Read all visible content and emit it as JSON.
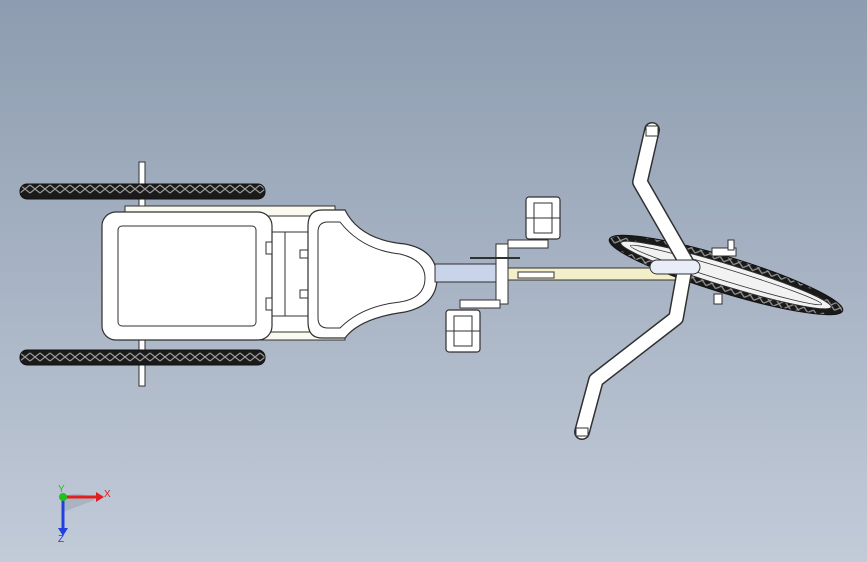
{
  "viewport": {
    "background_top": "#8d9cb0",
    "background_bottom": "#c2cbd8"
  },
  "triad": {
    "x_label": "X",
    "y_label": "Y",
    "z_label": "Z",
    "x_color": "#e02020",
    "y_color": "#20c020",
    "z_color": "#2040e0"
  },
  "model": {
    "tire_color": "#1a1a1a",
    "part_fill": "#ffffff",
    "edge_color": "#303030",
    "frame_tube_color": "#f3efc9",
    "seat_tube_color": "#c9d3ea"
  }
}
